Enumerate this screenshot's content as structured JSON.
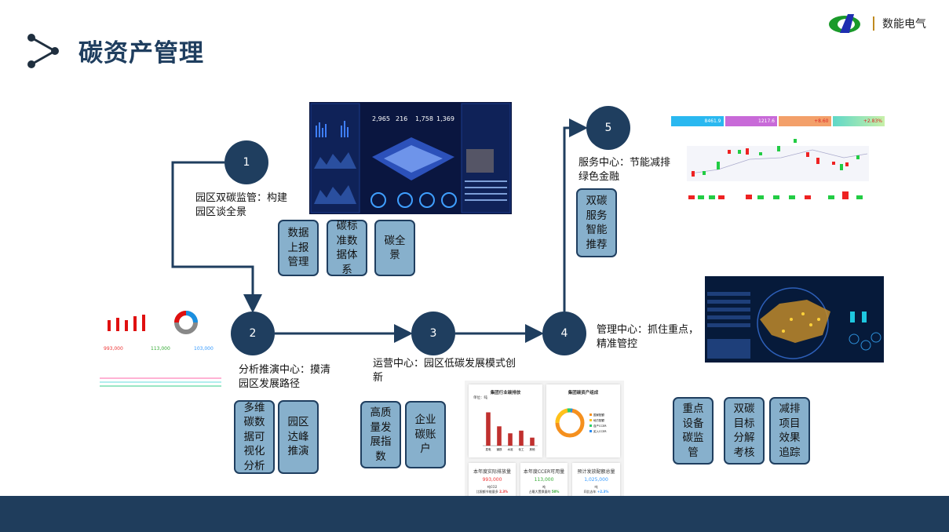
{
  "header": {
    "title": "碳资产管理",
    "brand": "数能电气"
  },
  "steps": [
    {
      "num": "1",
      "label": "园区双碳监管：构建园区谈全景",
      "boxes": [
        "数据上报管理",
        "碳标准数据体系",
        "碳全景"
      ]
    },
    {
      "num": "2",
      "label": "分析推演中心：摸清园区发展路径",
      "boxes": [
        "多维碳数据可视化分析",
        "园区达峰推演"
      ]
    },
    {
      "num": "3",
      "label": "运营中心：园区低碳发展模式创新",
      "boxes": [
        "高质量发展指数",
        "企业碳账户"
      ]
    },
    {
      "num": "4",
      "label": "管理中心：抓住重点，精准管控",
      "boxes": [
        "重点设备碳监管",
        "双碳目标分解考核",
        "减排项目效果追踪"
      ]
    },
    {
      "num": "5",
      "label": "服务中心：节能减排绿色金融",
      "boxes": [
        "双碳服务智能推荐"
      ]
    }
  ],
  "ops_dashboard": {
    "chart1_title": "集团行业碳排放",
    "unit": "单位：吨",
    "chart_data": {
      "type": "bar",
      "categories": [
        "发电",
        "钢铁",
        "水泥",
        "化工",
        "其他"
      ],
      "values": [
        310,
        180,
        115,
        140,
        75
      ],
      "ylim": [
        0,
        350
      ]
    },
    "chart2_title": "集团碳资产组成",
    "legend": [
      "国家配额",
      "地方配额",
      "自产CCER",
      "买入CCER"
    ],
    "kpis": [
      {
        "title": "本年度实际排放量",
        "value": "993,000",
        "unit": "吨CO2",
        "note": "比限额节能量多",
        "delta": "2.3%"
      },
      {
        "title": "本年度CCER可用量",
        "value": "113,000",
        "unit": "吨",
        "note": "占最大置换量的",
        "delta": "50%"
      },
      {
        "title": "预计发放配额总量",
        "value": "1,025,000",
        "unit": "吨",
        "note": "同比去年",
        "delta": "+2.3%"
      }
    ]
  },
  "finance_dashboard": {
    "tiles": [
      {
        "value": "8461.9",
        "color": "#2ab8f0"
      },
      {
        "value": "1217.6",
        "color": "#c86ad8"
      },
      {
        "value": "+8.60",
        "color": "#f3a06a"
      },
      {
        "value": "+2.83%",
        "color": "#7fdcc0"
      }
    ]
  }
}
